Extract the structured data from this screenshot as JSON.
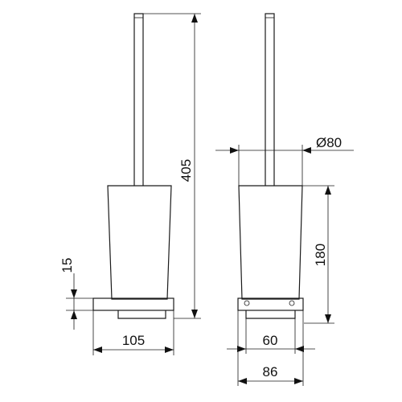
{
  "dimensions": {
    "total_height": "405",
    "base_height": "15",
    "base_width_front": "105",
    "cup_diameter": "Ø80",
    "cup_height": "180",
    "base_inner_width": "60",
    "base_width_side": "86"
  }
}
